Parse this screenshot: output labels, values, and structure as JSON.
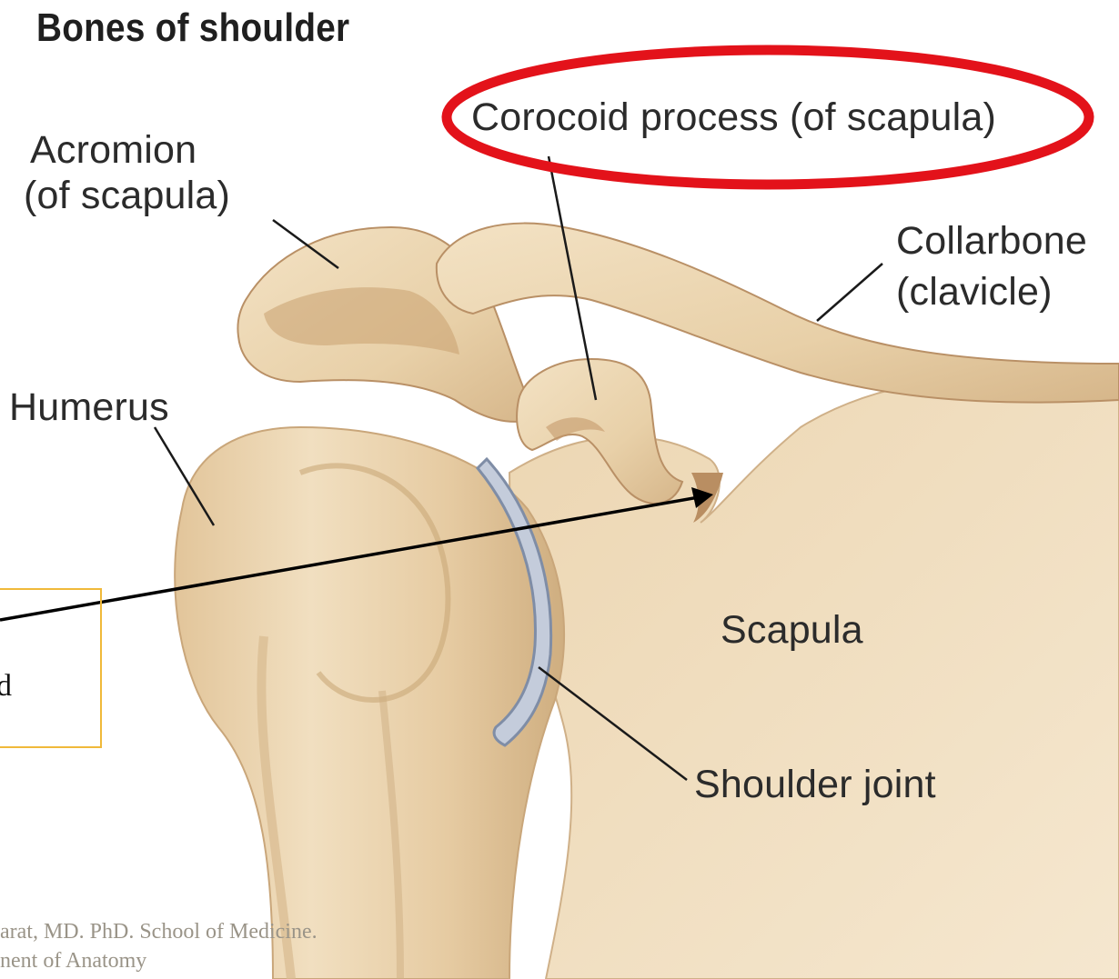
{
  "title": "Bones of shoulder",
  "labels": {
    "coracoid": "Corocoid process (of scapula)",
    "acromion_line1": "Acromion",
    "acromion_line2": "(of scapula)",
    "collarbone_line1": "Collarbone",
    "collarbone_line2": "(clavicle)",
    "humerus": "Humerus",
    "scapula": "Scapula",
    "shoulder_joint": "Shoulder joint"
  },
  "note_box_text": "d",
  "credit_line1": "arat, MD. PhD. School of Medicine.",
  "credit_line2": "nent of Anatomy",
  "colors": {
    "bone": "#ecd7b4",
    "bone_shadow": "#c9a67a",
    "cartilage": "#b9c2d2",
    "highlight_ellipse": "#e3121a",
    "note_border": "#f0b93a"
  }
}
